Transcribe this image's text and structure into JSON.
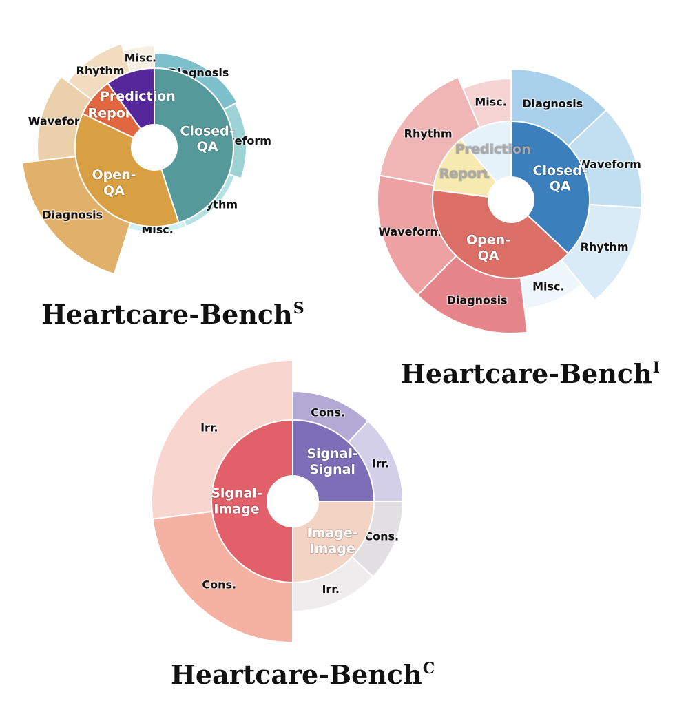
{
  "chart_data": [
    {
      "type": "sunburst",
      "title": "Heartcare-Bench",
      "title_sup": "S",
      "inner": [
        {
          "label": "Closed-QA",
          "value": 45,
          "color": "#55999b",
          "text_color": "#ffffff"
        },
        {
          "label": "Open-QA",
          "value": 37,
          "color": "#d9a043",
          "text_color": "#ffffff"
        },
        {
          "label": "Report",
          "value": 8,
          "color": "#e0673f",
          "text_color": "#ffffff"
        },
        {
          "label": "Prediction",
          "value": 10,
          "color": "#56279a",
          "text_color": "#ffffff"
        }
      ],
      "outer": [
        {
          "label": "Diagnosis",
          "parent": "Closed-QA",
          "value": 14,
          "color": "#7dbfca",
          "text_color": "#111111"
        },
        {
          "label": "Waveform",
          "parent": "Closed-QA",
          "value": 11,
          "color": "#9ed3d6",
          "text_color": "#111111"
        },
        {
          "label": "Rhythm",
          "parent": "Closed-QA",
          "value": 11,
          "color": "#b4e2e4",
          "text_color": "#111111"
        },
        {
          "label": "Misc.",
          "parent": "Closed-QA",
          "value": 9,
          "color": "#cff1f1",
          "text_color": "#111111"
        },
        {
          "label": "Diagnosis",
          "parent": "Open-QA",
          "value": 15,
          "color": "#e1b16c",
          "text_color": "#111111"
        },
        {
          "label": "Waveform",
          "parent": "Open-QA",
          "value": 10,
          "color": "#ecd0ac",
          "text_color": "#111111"
        },
        {
          "label": "Rhythm",
          "parent": "Open-QA",
          "value": 8,
          "color": "#f1dcbf",
          "text_color": "#111111"
        },
        {
          "label": "Misc.",
          "parent": "Open-QA",
          "value": 4,
          "color": "#f8efe3",
          "text_color": "#111111"
        }
      ]
    },
    {
      "type": "sunburst",
      "title": "Heartcare-Bench",
      "title_sup": "I",
      "inner": [
        {
          "label": "Closed-QA",
          "value": 37,
          "color": "#3b7fbc",
          "text_color": "#ffffff"
        },
        {
          "label": "Open-QA",
          "value": 40,
          "color": "#dc6f66",
          "text_color": "#ffffff"
        },
        {
          "label": "Report",
          "value": 12,
          "color": "#f6eab1",
          "text_color": "#a9a9a9"
        },
        {
          "label": "Prediction",
          "value": 11,
          "color": "#e6f2f9",
          "text_color": "#a9a9a9"
        }
      ],
      "outer": [
        {
          "label": "Diagnosis",
          "parent": "Closed-QA",
          "value": 10,
          "color": "#a9d0ea",
          "text_color": "#111111"
        },
        {
          "label": "Waveform",
          "parent": "Closed-QA",
          "value": 10,
          "color": "#c2dff1",
          "text_color": "#111111"
        },
        {
          "label": "Rhythm",
          "parent": "Closed-QA",
          "value": 10,
          "color": "#d9ebf7",
          "text_color": "#111111"
        },
        {
          "label": "Misc.",
          "parent": "Closed-QA",
          "value": 7,
          "color": "#eef6fb",
          "text_color": "#111111"
        },
        {
          "label": "Diagnosis",
          "parent": "Open-QA",
          "value": 11,
          "color": "#e6868a",
          "text_color": "#111111"
        },
        {
          "label": "Waveform",
          "parent": "Open-QA",
          "value": 12,
          "color": "#eda1a3",
          "text_color": "#111111"
        },
        {
          "label": "Rhythm",
          "parent": "Open-QA",
          "value": 12,
          "color": "#f0b6b6",
          "text_color": "#111111"
        },
        {
          "label": "Misc.",
          "parent": "Open-QA",
          "value": 5,
          "color": "#f5d3d3",
          "text_color": "#111111"
        }
      ]
    },
    {
      "type": "sunburst",
      "title": "Heartcare-Bench",
      "title_sup": "C",
      "inner": [
        {
          "label": "Signal-Signal",
          "value": 25,
          "color": "#7c6fb8",
          "text_color": "#ffffff"
        },
        {
          "label": "Image-Image",
          "value": 25,
          "color": "#f3d3c4",
          "text_color": "#ffffff"
        },
        {
          "label": "Signal-Image",
          "value": 50,
          "color": "#e2606a",
          "text_color": "#ffffff"
        }
      ],
      "outer": [
        {
          "label": "Cons.",
          "parent": "Signal-Signal",
          "value": 12,
          "color": "#b2aad5",
          "text_color": "#111111"
        },
        {
          "label": "Irr.",
          "parent": "Signal-Signal",
          "value": 13,
          "color": "#d3cfe8",
          "text_color": "#111111"
        },
        {
          "label": "Cons.",
          "parent": "Image-Image",
          "value": 12,
          "color": "#e2dfe2",
          "text_color": "#111111"
        },
        {
          "label": "Irr.",
          "parent": "Image-Image",
          "value": 13,
          "color": "#efecee",
          "text_color": "#111111"
        },
        {
          "label": "Cons.",
          "parent": "Signal-Image",
          "value": 23,
          "color": "#f5b1a1",
          "text_color": "#111111"
        },
        {
          "label": "Irr.",
          "parent": "Signal-Image",
          "value": 27,
          "color": "#f8d5cf",
          "text_color": "#111111"
        }
      ]
    }
  ]
}
